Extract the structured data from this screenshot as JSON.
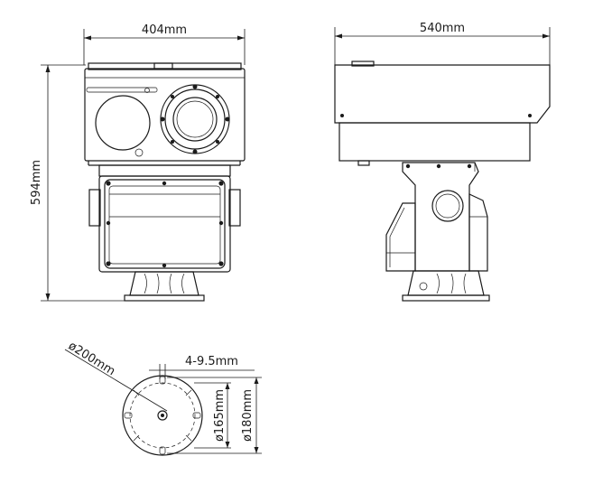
{
  "dimensions": {
    "front_width": "404mm",
    "side_width": "540mm",
    "height": "594mm",
    "base_diameter": "ø200mm",
    "hole_size": "4-9.5mm",
    "bolt_circle_inner": "ø165mm",
    "bolt_circle_outer": "ø180mm"
  },
  "colors": {
    "line": "#1a1a1a",
    "background": "#ffffff"
  }
}
